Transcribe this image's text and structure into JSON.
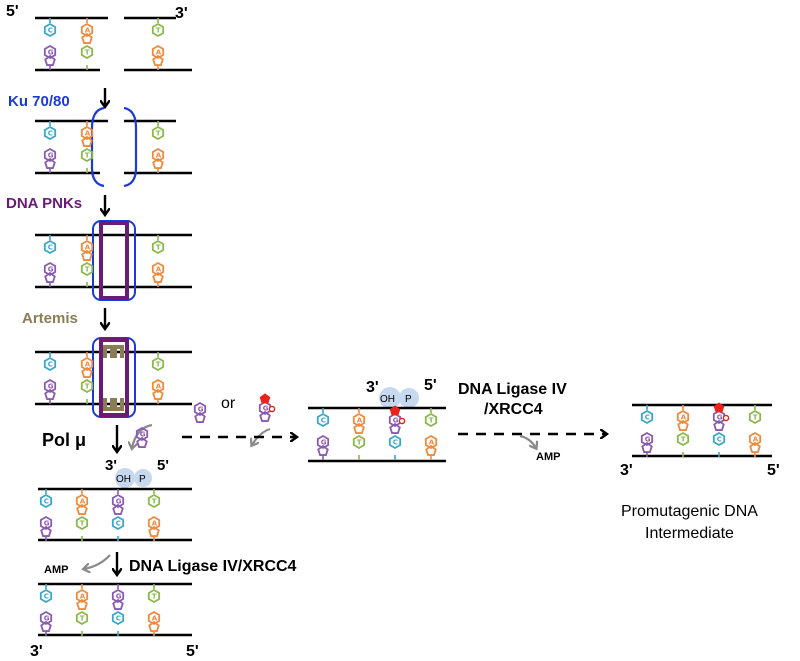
{
  "colors": {
    "C": "#3aa6c8",
    "G": "#8a5ab0",
    "A": "#f08a3c",
    "T": "#8ab84a",
    "ku": "#1a3bd6",
    "pnk": "#6b1a78",
    "artemis": "#8a7d55",
    "gray_arrow": "#8a8a8a",
    "lesion": "#e8241c",
    "oh_p": "#c6d9ef"
  },
  "strand_ends": {
    "five_prime": "5'",
    "three_prime": "3'"
  },
  "proteins": {
    "ku": "Ku 70/80",
    "pnks": "DNA PNKs",
    "artemis": "Artemis",
    "pol_mu": "Pol μ",
    "ligase_left": "DNA Ligase IV/XRCC4",
    "ligase_right_line1": "DNA Ligase IV",
    "ligase_right_line2": "/XRCC4"
  },
  "labels": {
    "oh": "OH",
    "p": "P",
    "amp": "AMP",
    "or": "or",
    "result_line1": "Promutagenic DNA",
    "result_line2": "Intermediate"
  },
  "bases": {
    "pair1_top": "C",
    "pair1_bottom": "G",
    "pair2_top": "A",
    "pair2_bottom": "T",
    "pair3_top": "T",
    "pair3_bottom": "A"
  }
}
